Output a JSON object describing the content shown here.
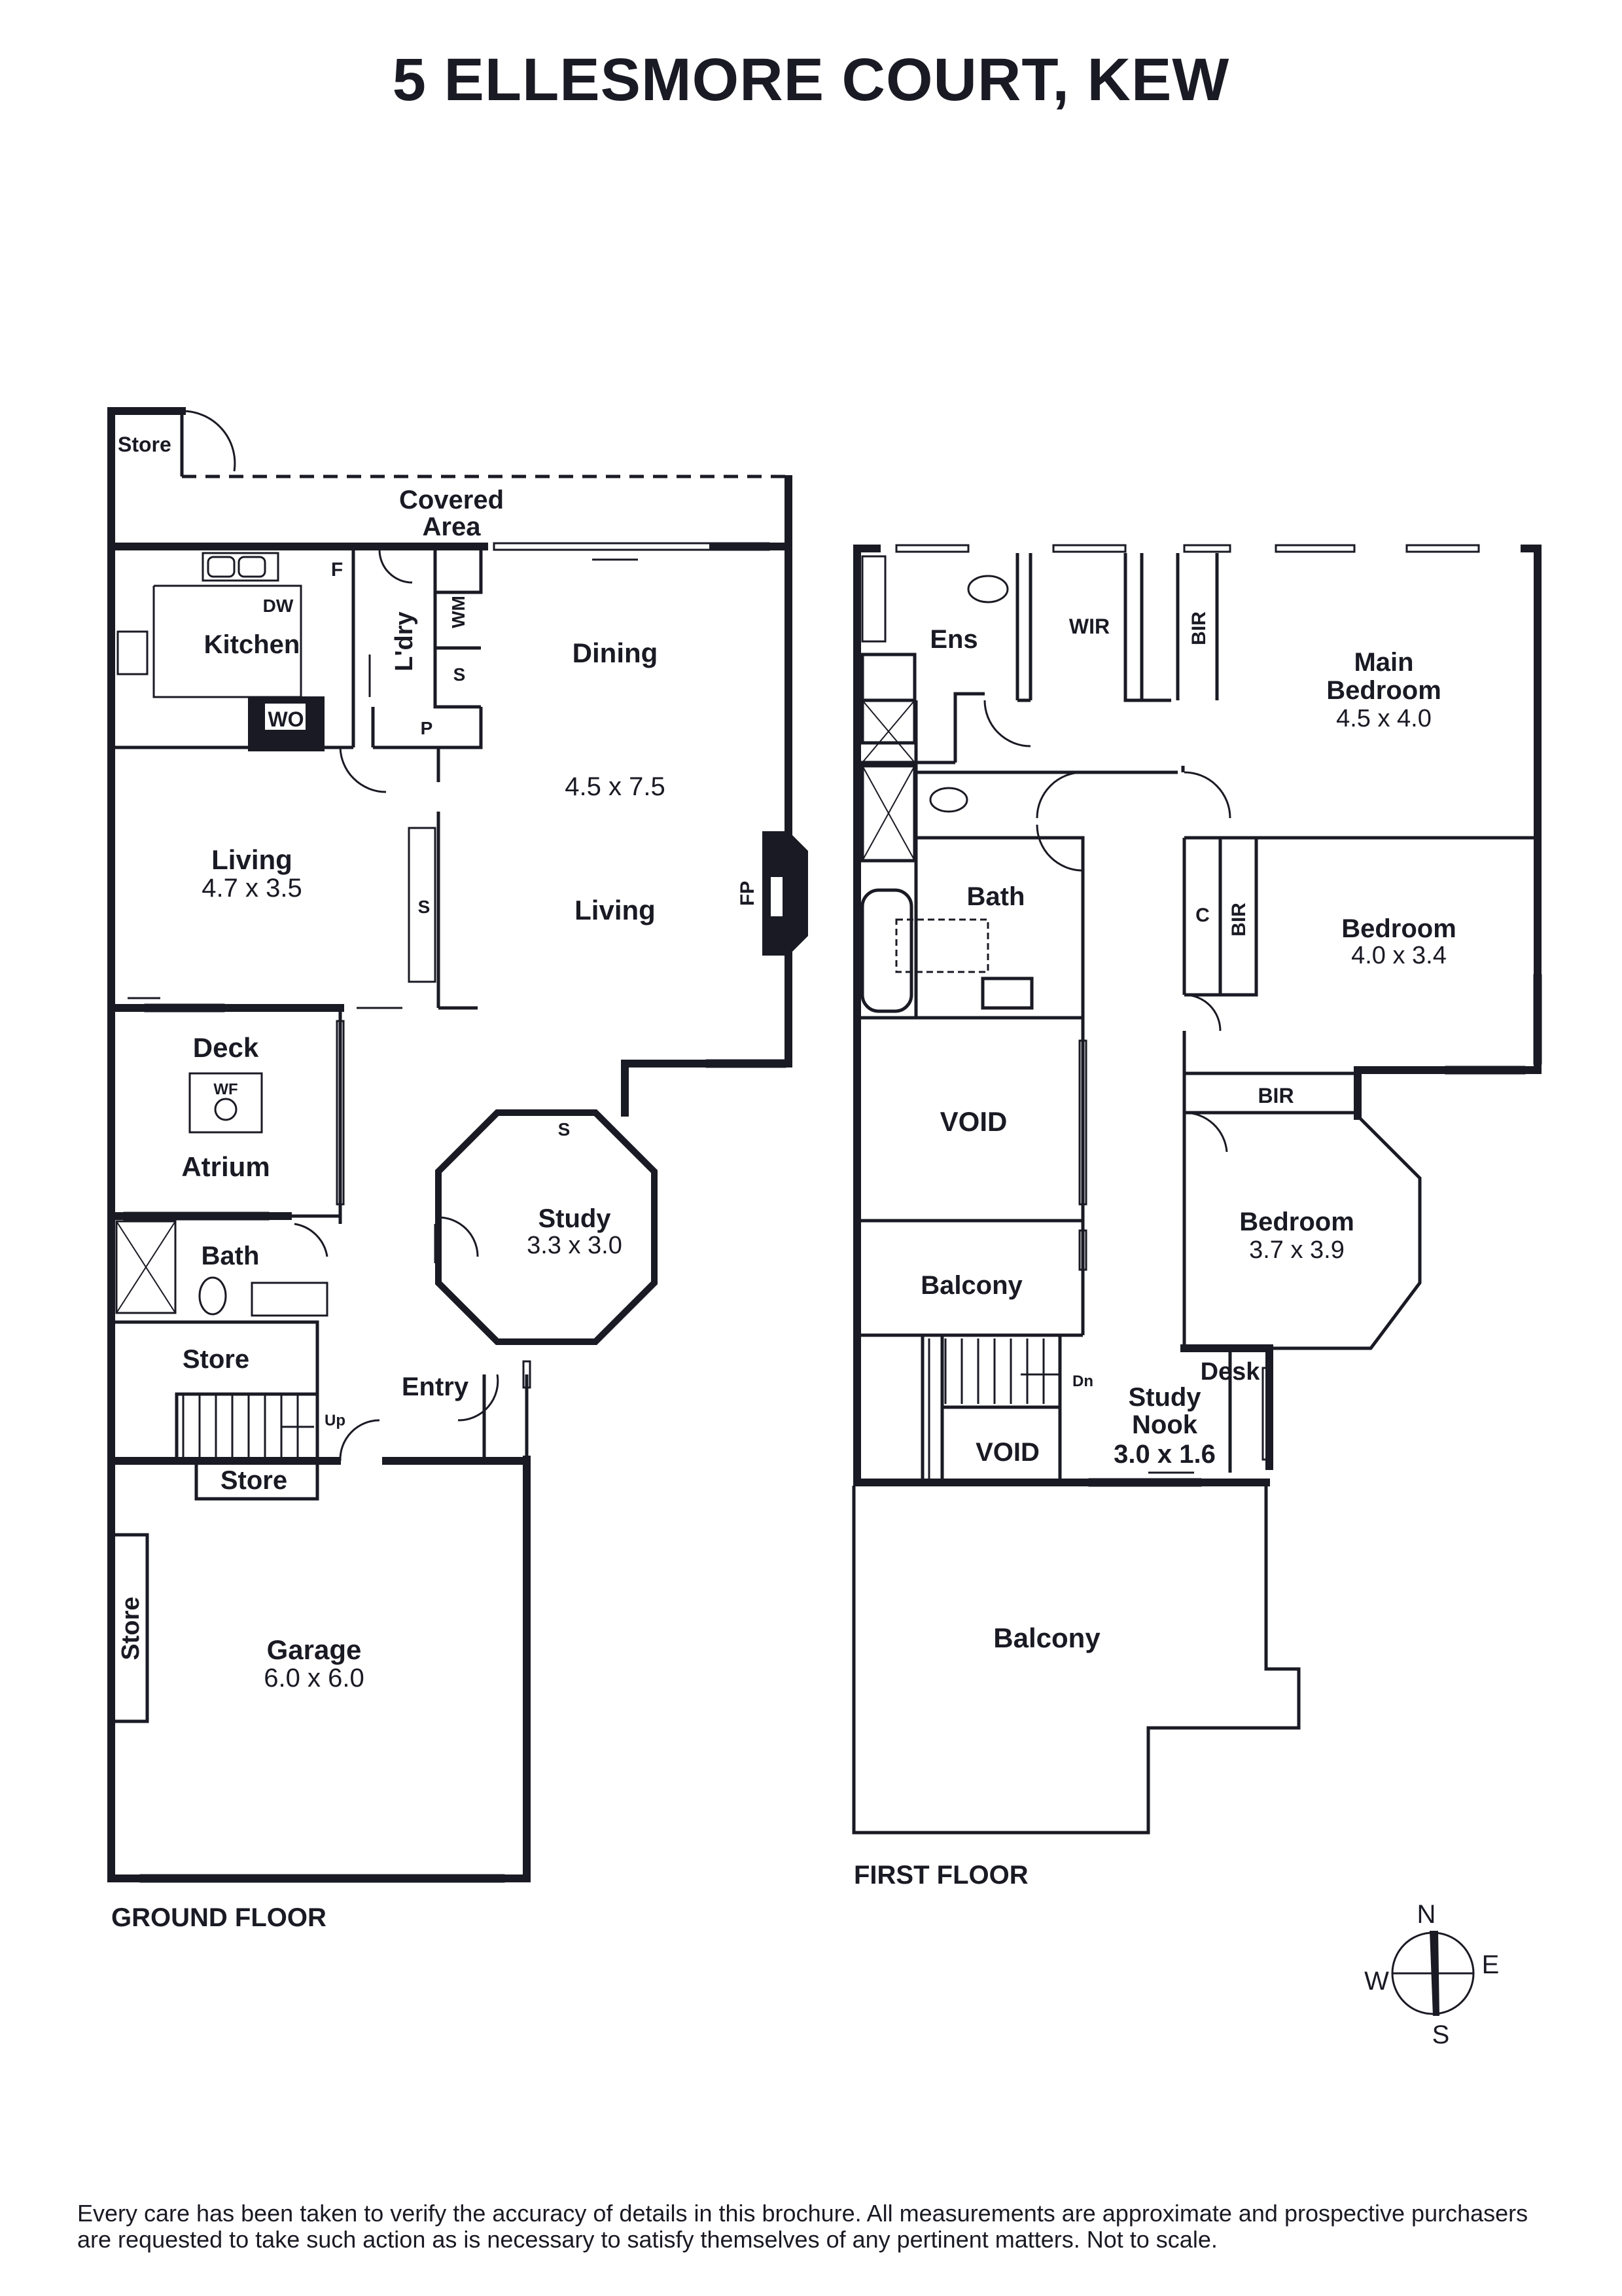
{
  "title": "5 ELLESMORE COURT, KEW",
  "ground_floor": {
    "label": "GROUND FLOOR",
    "rooms": {
      "store_top": "Store",
      "covered_1": "Covered",
      "covered_2": "Area",
      "kitchen": "Kitchen",
      "dw": "DW",
      "f": "F",
      "wo": "WO",
      "ldry": "L'dry",
      "wm": "WM",
      "s_ldry": "S",
      "p": "P",
      "dining": "Dining",
      "dining_dim": "4.5 x 7.5",
      "living_big": "Living",
      "fp": "FP",
      "s_living": "S",
      "living_name": "Living",
      "living_dim": "4.7 x 3.5",
      "deck": "Deck",
      "wf": "WF",
      "atrium": "Atrium",
      "study": "Study",
      "study_dim": "3.3 x 3.0",
      "s_study": "S",
      "bath": "Bath",
      "store_mid": "Store",
      "entry": "Entry",
      "up": "Up",
      "store_stair": "Store",
      "store_side": "Store",
      "garage": "Garage",
      "garage_dim": "6.0 x 6.0"
    }
  },
  "first_floor": {
    "label": "FIRST FLOOR",
    "rooms": {
      "ens": "Ens",
      "wir": "WIR",
      "bir_main": "BIR",
      "main_1": "Main",
      "main_2": "Bedroom",
      "main_dim": "4.5 x 4.0",
      "bath": "Bath",
      "c": "C",
      "bir_bed2": "BIR",
      "bed2": "Bedroom",
      "bed2_dim": "4.0 x 3.4",
      "void1": "VOID",
      "bir_bed3": "BIR",
      "bed3": "Bedroom",
      "bed3_dim": "3.7 x 3.9",
      "balcony_small": "Balcony",
      "desk": "Desk",
      "dn": "Dn",
      "study_nook_1": "Study",
      "study_nook_2": "Nook",
      "study_nook_dim": "3.0 x 1.6",
      "void2": "VOID",
      "balcony_big": "Balcony"
    }
  },
  "compass": {
    "n": "N",
    "e": "E",
    "s": "S",
    "w": "W"
  },
  "disclaimer": "Every care has been taken to verify the accuracy of details in this brochure. All measurements are approximate and prospective purchasers are requested to take such action as is necessary to satisfy themselves of any pertinent matters. Not to scale.",
  "colors": {
    "ink": "#1a1a24",
    "background": "#ffffff"
  }
}
